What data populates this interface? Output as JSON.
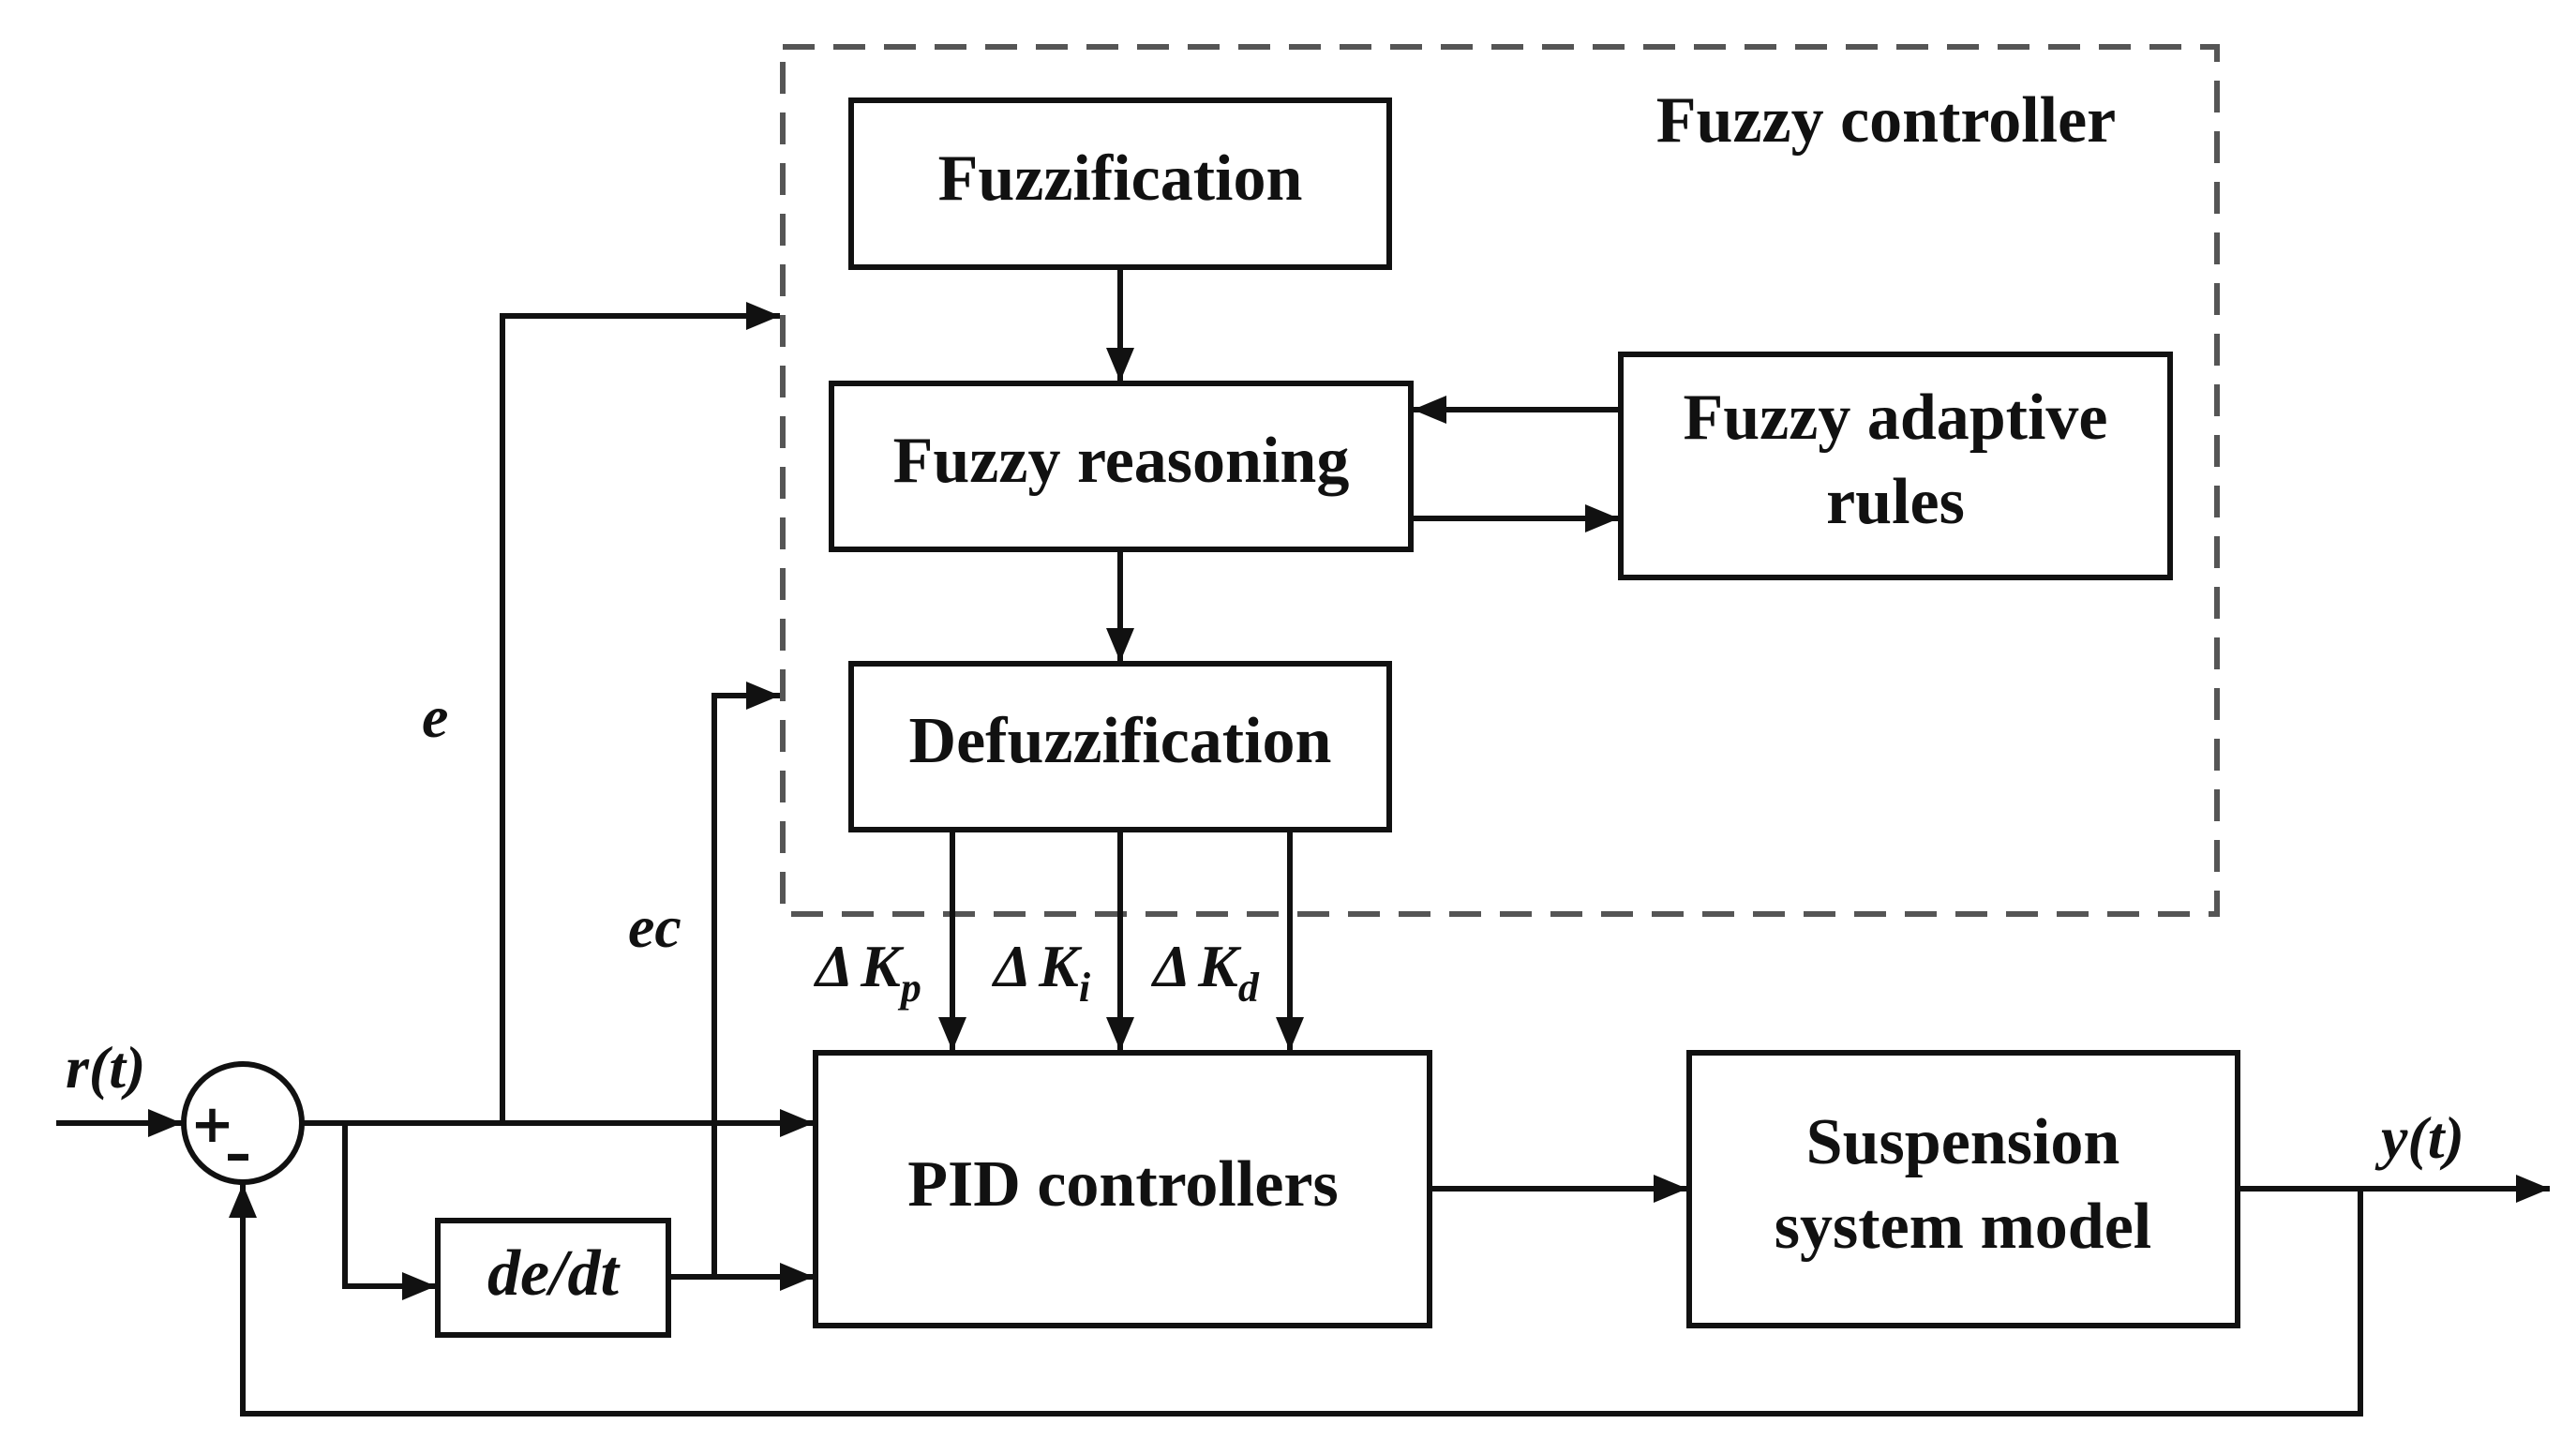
{
  "fuzzy_controller": {
    "title": "Fuzzy controller",
    "fuzzification": "Fuzzification",
    "reasoning": "Fuzzy reasoning",
    "rules_line1": "Fuzzy adaptive",
    "rules_line2": "rules",
    "defuzzification": "Defuzzification"
  },
  "pid": {
    "label": "PID controllers"
  },
  "plant": {
    "line1": "Suspension",
    "line2": "system model"
  },
  "derivative": {
    "label": "de/dt"
  },
  "signals": {
    "input": "r(t)",
    "output": "y(t)",
    "error": "e",
    "error_change": "ec",
    "plus": "+",
    "minus": "–"
  },
  "gains": [
    {
      "delta": "Δ",
      "symbol": "K",
      "sub": "p"
    },
    {
      "delta": "Δ",
      "symbol": "K",
      "sub": "i"
    },
    {
      "delta": "Δ",
      "symbol": "K",
      "sub": "d"
    }
  ]
}
